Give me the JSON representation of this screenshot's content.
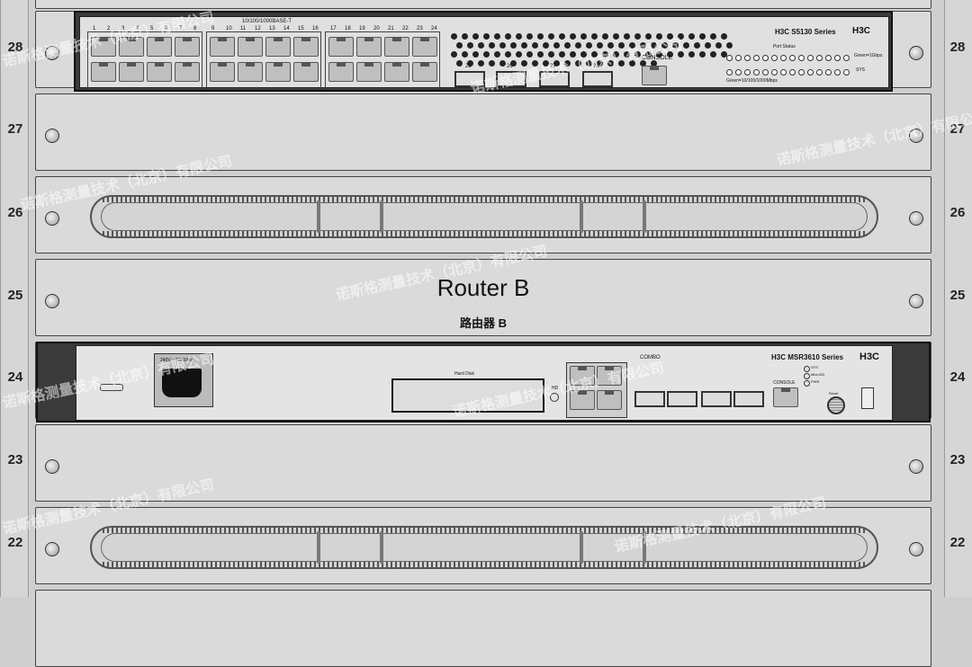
{
  "units": [
    {
      "num": "28"
    },
    {
      "num": "27"
    },
    {
      "num": "26"
    },
    {
      "num": "25"
    },
    {
      "num": "24"
    },
    {
      "num": "23"
    },
    {
      "num": "22"
    }
  ],
  "switch": {
    "series": "H3C S5130 Series",
    "brand": "H3C",
    "port_header": "10/100/1000BASE-T",
    "port_numbers": [
      "1",
      "2",
      "3",
      "4",
      "5",
      "6",
      "7",
      "8",
      "9",
      "10",
      "11",
      "12",
      "13",
      "14",
      "15",
      "16",
      "17",
      "18",
      "19",
      "20",
      "21",
      "22",
      "23",
      "24"
    ],
    "console": "CONSOLE",
    "port_status": "Port Status",
    "green_speed": "Green=1Gbps",
    "sys": "SYS",
    "green_speeds2": "Green=10/100/1000Mbps",
    "sfp_labels": [
      "25",
      "26",
      "27",
      "28"
    ]
  },
  "router_label": {
    "title": "Router B",
    "subtitle": "路由器 B"
  },
  "router": {
    "series": "H3C MSR3610 Series",
    "brand": "H3C",
    "power": "240V ~ 50/60Hz",
    "hard_disk": "Hard Disk",
    "hd": "HD",
    "combo": "COMBO",
    "console": "CONSOLE",
    "sys": "SYS",
    "micro_sd": "MicroSD",
    "pwr": "PWR",
    "reset": "Reset"
  },
  "watermark": "诺斯格测量技术（北京）有限公司",
  "colors": {
    "device_body": "#3a3a3a",
    "panel": "#dadada",
    "rail": "#d6d6d6"
  }
}
